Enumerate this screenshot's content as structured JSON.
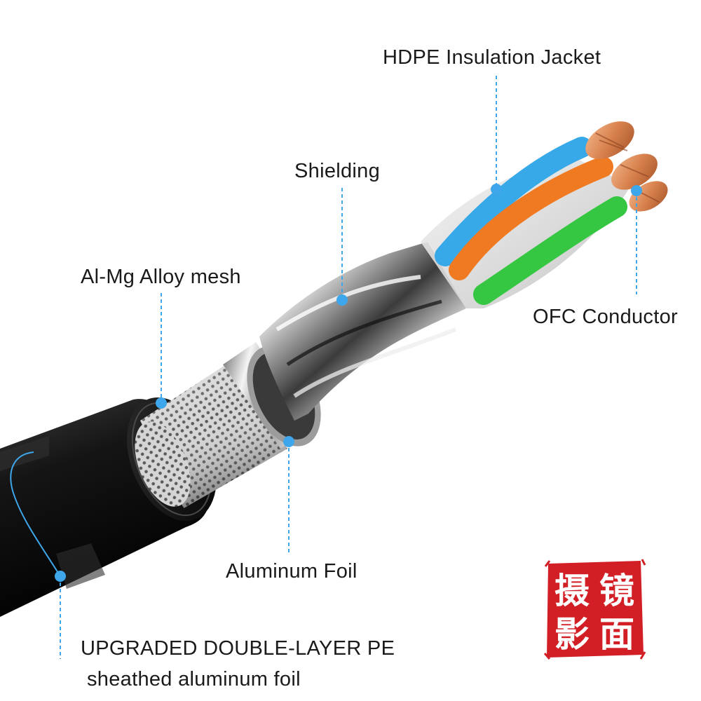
{
  "labels": {
    "hdpe": "HDPE Insulation Jacket",
    "shielding": "Shielding",
    "mesh": "Al-Mg Alloy mesh",
    "ofc": "OFC Conductor",
    "foil": "Aluminum Foil",
    "pe_line1": "UPGRADED DOUBLE-LAYER PE",
    "pe_line2": "sheathed aluminum foil"
  },
  "seal": {
    "chars": [
      "摄",
      "镜",
      "影",
      "面"
    ]
  },
  "colors": {
    "callout": "#3ea6ea",
    "seal_red": "#d21f26",
    "jacket": "#111111",
    "wire_blue": "#37a8e8",
    "wire_orange": "#f07a22",
    "wire_green": "#36c742",
    "copper": "#d8824e"
  }
}
